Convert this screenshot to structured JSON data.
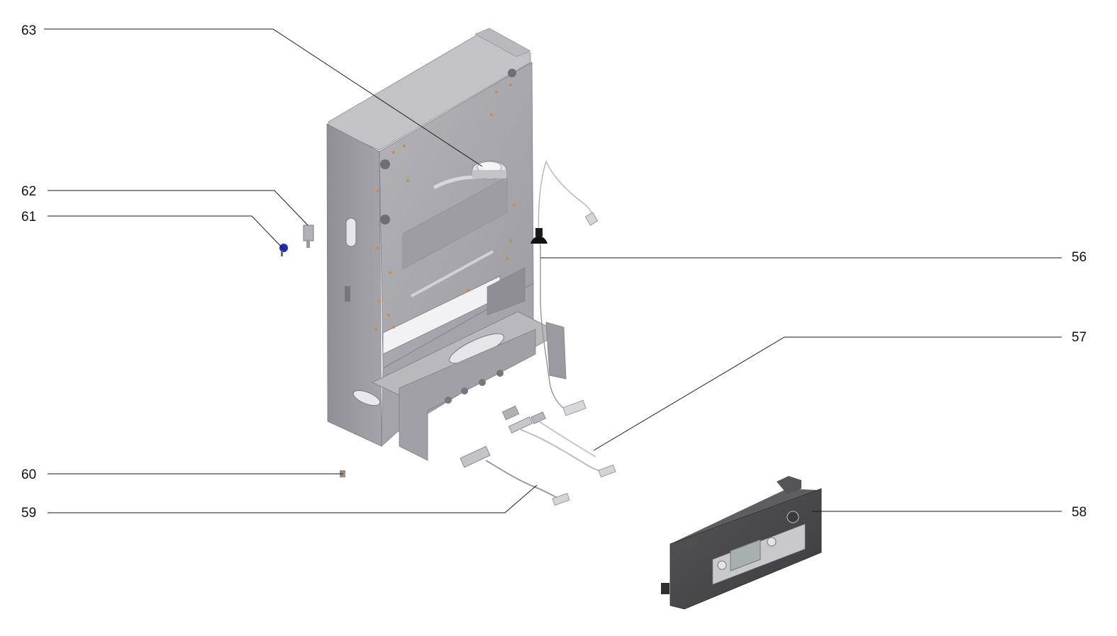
{
  "callouts": [
    {
      "id": "63",
      "label": "63"
    },
    {
      "id": "62",
      "label": "62"
    },
    {
      "id": "61",
      "label": "61"
    },
    {
      "id": "60",
      "label": "60"
    },
    {
      "id": "59",
      "label": "59"
    },
    {
      "id": "56",
      "label": "56"
    },
    {
      "id": "57",
      "label": "57"
    },
    {
      "id": "58",
      "label": "58"
    }
  ],
  "colors": {
    "panel": "#a9a9ae",
    "panel_dark": "#8e8e94",
    "panel_light": "#c6c6cb",
    "control_box": "#4a4a4d",
    "bolt": "#c8903a",
    "blue_part": "#1b2fb8"
  }
}
